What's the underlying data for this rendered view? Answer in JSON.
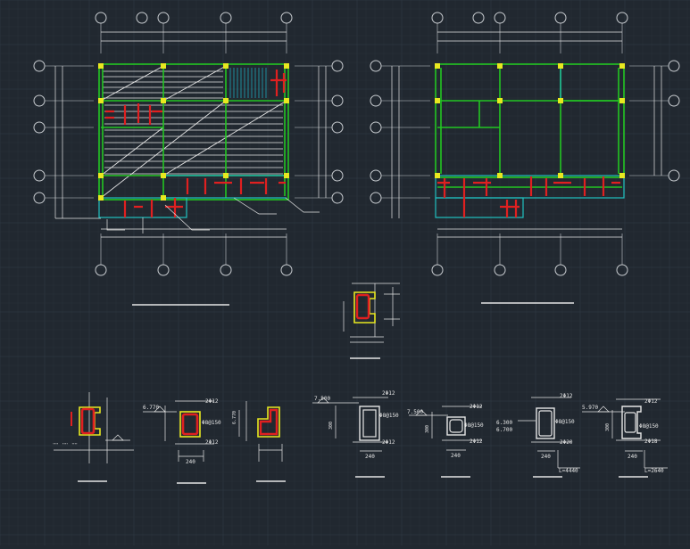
{
  "colors": {
    "background": "#212830",
    "grid_minor": "#2a323b",
    "grid_major": "#333c46",
    "axis_line": "#c8ccd0",
    "beam": "#22c622",
    "column": "#e8e820",
    "rebar": "#e02020",
    "slab": "#20c0c0",
    "slab_hatch": "#20a8b8",
    "dimension": "#e6e6e6"
  },
  "section_labels": {
    "s1": {
      "top": "",
      "mid": "",
      "bot": ""
    },
    "s2": {
      "elev": "6.770",
      "top": "2Φ12",
      "mid": "Φ8@150",
      "bot": "2Φ12",
      "width": "240"
    },
    "s3": {
      "elev": "6.770"
    },
    "s4": {
      "elev": "7.500",
      "top": "2Φ12",
      "mid": "Φ8@150",
      "bot": "2Φ12",
      "side": "300",
      "width": "240"
    },
    "s5": {
      "elev": "7.500",
      "top": "2Φ12",
      "mid": "Φ8@150",
      "bot": "2Φ12",
      "side": "300",
      "width": "240"
    },
    "s6": {
      "elev_a": "6.300",
      "elev_b": "6.700",
      "top": "2Φ12",
      "mid": "Φ8@150",
      "bot": "2Φ20",
      "width": "240",
      "length": "L=4440"
    },
    "s7": {
      "elev": "5.970",
      "top": "2Φ12",
      "mid": "Φ8@150",
      "bot": "2Φ18",
      "side": "300",
      "width": "240",
      "length": "L=2640"
    }
  }
}
